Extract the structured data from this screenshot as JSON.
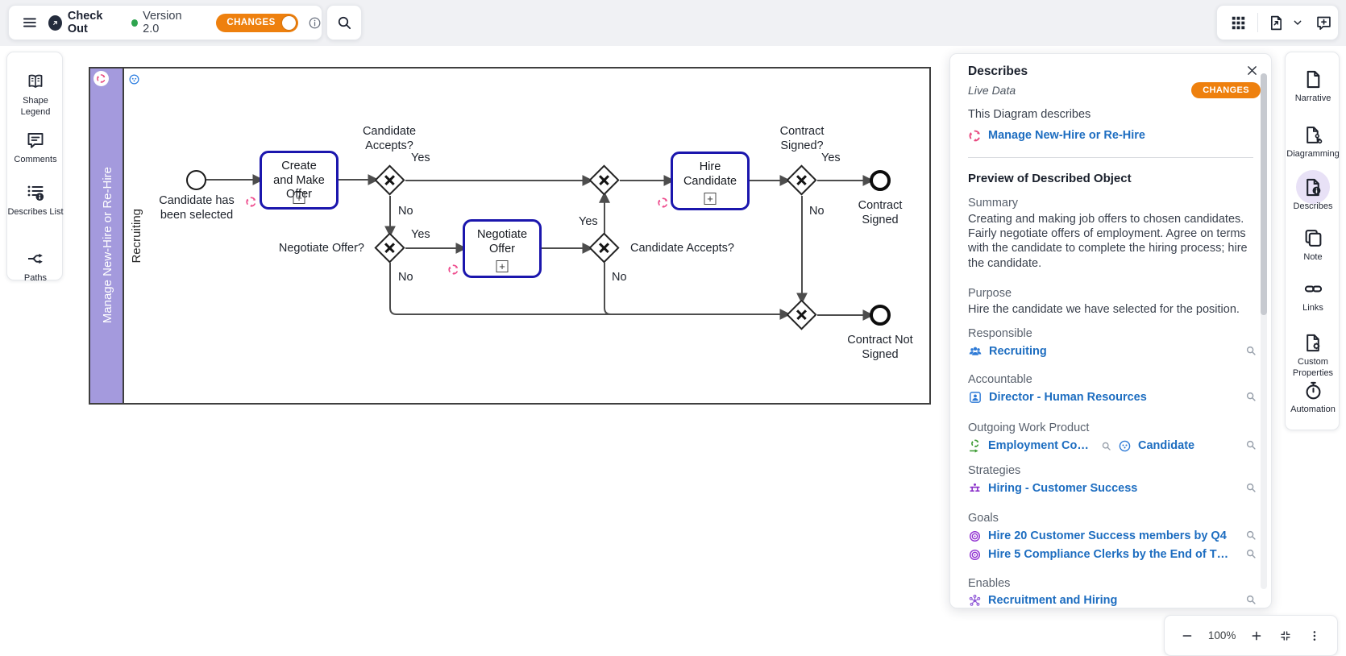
{
  "header": {
    "check_out": "Check Out",
    "version": "Version 2.0",
    "changes_toggle": "CHANGES"
  },
  "left_toolbar": {
    "items": [
      {
        "label": "Shape Legend"
      },
      {
        "label": "Comments"
      },
      {
        "label": "Describes List"
      },
      {
        "label": "Paths"
      }
    ]
  },
  "diagram": {
    "pool": "Manage New-Hire or Re-Hire",
    "lane": "Recruiting",
    "start_event": "Candidate has been selected",
    "task_create": "Create and Make Offer",
    "task_negotiate": "Negotiate Offer",
    "task_hire": "Hire Candidate",
    "gw_candidate_accepts_1": "Candidate Accepts?",
    "gw_negotiate_offer": "Negotiate Offer?",
    "gw_candidate_accepts_2": "Candidate Accepts?",
    "gw_contract_signed": "Contract Signed?",
    "end_signed": "Contract Signed",
    "end_not_signed": "Contract Not Signed",
    "yes": "Yes",
    "no": "No",
    "subprocess_marker": "+"
  },
  "describes": {
    "title": "Describes",
    "subtitle": "Live Data",
    "badge": "CHANGES",
    "intro": "This Diagram describes",
    "object_link": "Manage New-Hire or Re-Hire",
    "preview_heading": "Preview of Described Object",
    "sections": {
      "summary": {
        "label": "Summary",
        "text": "Creating and making job offers to chosen candidates. Fairly negotiate offers of employment. Agree on terms with the candidate to complete the hiring process; hire the candidate."
      },
      "purpose": {
        "label": "Purpose",
        "text": "Hire the candidate we have selected for the position."
      },
      "responsible": {
        "label": "Responsible",
        "link": "Recruiting"
      },
      "accountable": {
        "label": "Accountable",
        "link": "Director - Human Resources"
      },
      "outgoing": {
        "label": "Outgoing Work Product",
        "links": [
          "Employment Con...",
          "Candidate"
        ]
      },
      "strategies": {
        "label": "Strategies",
        "link": "Hiring - Customer Success"
      },
      "goals": {
        "label": "Goals",
        "links": [
          "Hire 20 Customer Success members by Q4",
          "Hire 5 Compliance Clerks by the End of This ..."
        ]
      },
      "enables": {
        "label": "Enables",
        "link": "Recruitment and Hiring"
      }
    }
  },
  "right_toolbar": {
    "items": [
      {
        "label": "Narrative"
      },
      {
        "label": "Diagramming"
      },
      {
        "label": "Describes"
      },
      {
        "label": "Note"
      },
      {
        "label": "Links"
      },
      {
        "label": "Custom Properties"
      },
      {
        "label": "Automation"
      }
    ]
  },
  "zoom_toolbar": {
    "level": "100%"
  },
  "colors": {
    "accent_orange": "#EE800E",
    "link_blue": "#1D6DC0",
    "pool_purple": "#A49ADD",
    "task_border_blue": "#1B16AD",
    "pink_icon": "#EE4D8E",
    "green_icon": "#3F9C35",
    "purple_icon": "#9132D1",
    "blue_icon": "#2E7AD6",
    "version_green": "#2EA44F"
  }
}
